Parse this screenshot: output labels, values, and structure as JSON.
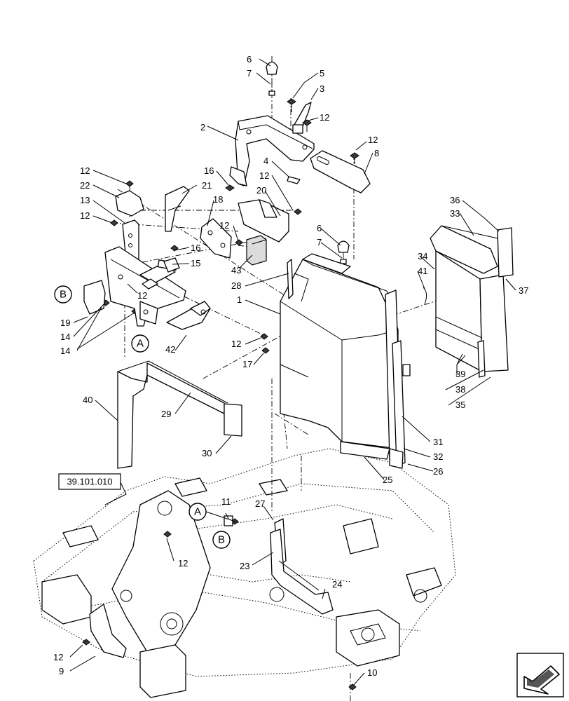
{
  "reference_label": "39.101.010",
  "callout_letters": [
    "A",
    "B"
  ],
  "part_numbers": [
    "1",
    "2",
    "3",
    "4",
    "5",
    "6",
    "7",
    "8",
    "9",
    "10",
    "11",
    "12",
    "13",
    "14",
    "15",
    "16",
    "17",
    "18",
    "19",
    "20",
    "21",
    "22",
    "23",
    "24",
    "25",
    "26",
    "27",
    "28",
    "29",
    "30",
    "31",
    "32",
    "33",
    "34",
    "35",
    "36",
    "37",
    "38",
    "39",
    "40",
    "41",
    "42",
    "43"
  ],
  "icons": {
    "navigation": "arrow-next-page-icon"
  }
}
